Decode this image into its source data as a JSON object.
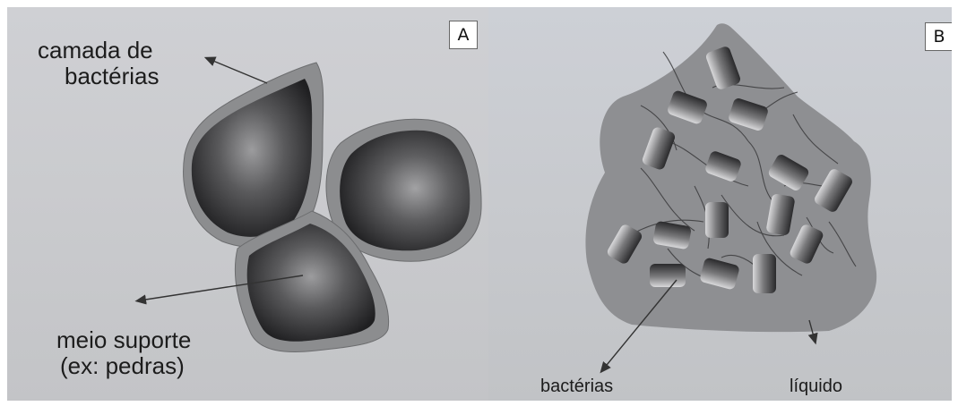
{
  "panel_a": {
    "tag": "A",
    "label_layer_line1": "camada de",
    "label_layer_line2": "bactérias",
    "label_support_line1": "meio suporte",
    "label_support_line2": "(ex: pedras)"
  },
  "panel_b": {
    "tag": "B",
    "label_bacteria": "bactérias",
    "label_liquid": "líquido"
  },
  "colors": {
    "background": "#c9cacd",
    "film_layer": "#8d8e90",
    "stone_dark": "#2a2a2c",
    "liquid_region": "#8f9093"
  }
}
